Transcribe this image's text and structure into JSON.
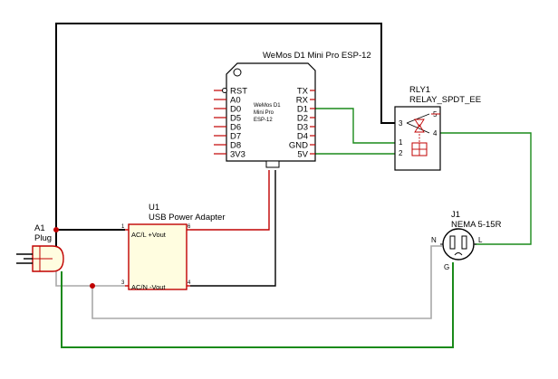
{
  "colors": {
    "wire_black": "#000000",
    "wire_red": "#c00000",
    "wire_green": "#1a8a1a",
    "wire_gray": "#a8a8a8",
    "body_fill": "#fffde0",
    "module_fill": "#ffffff",
    "pin_red": "#c00000",
    "junction_red": "#c00000"
  },
  "wemos": {
    "title": "WeMos D1 Mini Pro ESP-12",
    "inner": [
      "WeMos D1",
      "Mini Pro",
      "ESP-12"
    ],
    "left_pins": [
      "RST",
      "A0",
      "D0",
      "D5",
      "D6",
      "D7",
      "D8",
      "3V3"
    ],
    "right_pins": [
      "TX",
      "RX",
      "D1",
      "D2",
      "D3",
      "D4",
      "GND",
      "5V"
    ]
  },
  "relay": {
    "ref": "RLY1",
    "name": "RELAY_SPDT_EE",
    "pins": [
      "3",
      "5",
      "4",
      "1",
      "2"
    ]
  },
  "plug": {
    "ref": "A1",
    "name": "Plug"
  },
  "adapter": {
    "ref": "U1",
    "name": "USB Power Adapter",
    "pins": [
      "1",
      "6",
      "3",
      "4"
    ],
    "labels": [
      "AC/L +Vout",
      "AC/N -Vout"
    ]
  },
  "outlet": {
    "ref": "J1",
    "name": "NEMA 5-15R",
    "pin_n": "N",
    "pin_l": "L",
    "pin_g": "G"
  }
}
